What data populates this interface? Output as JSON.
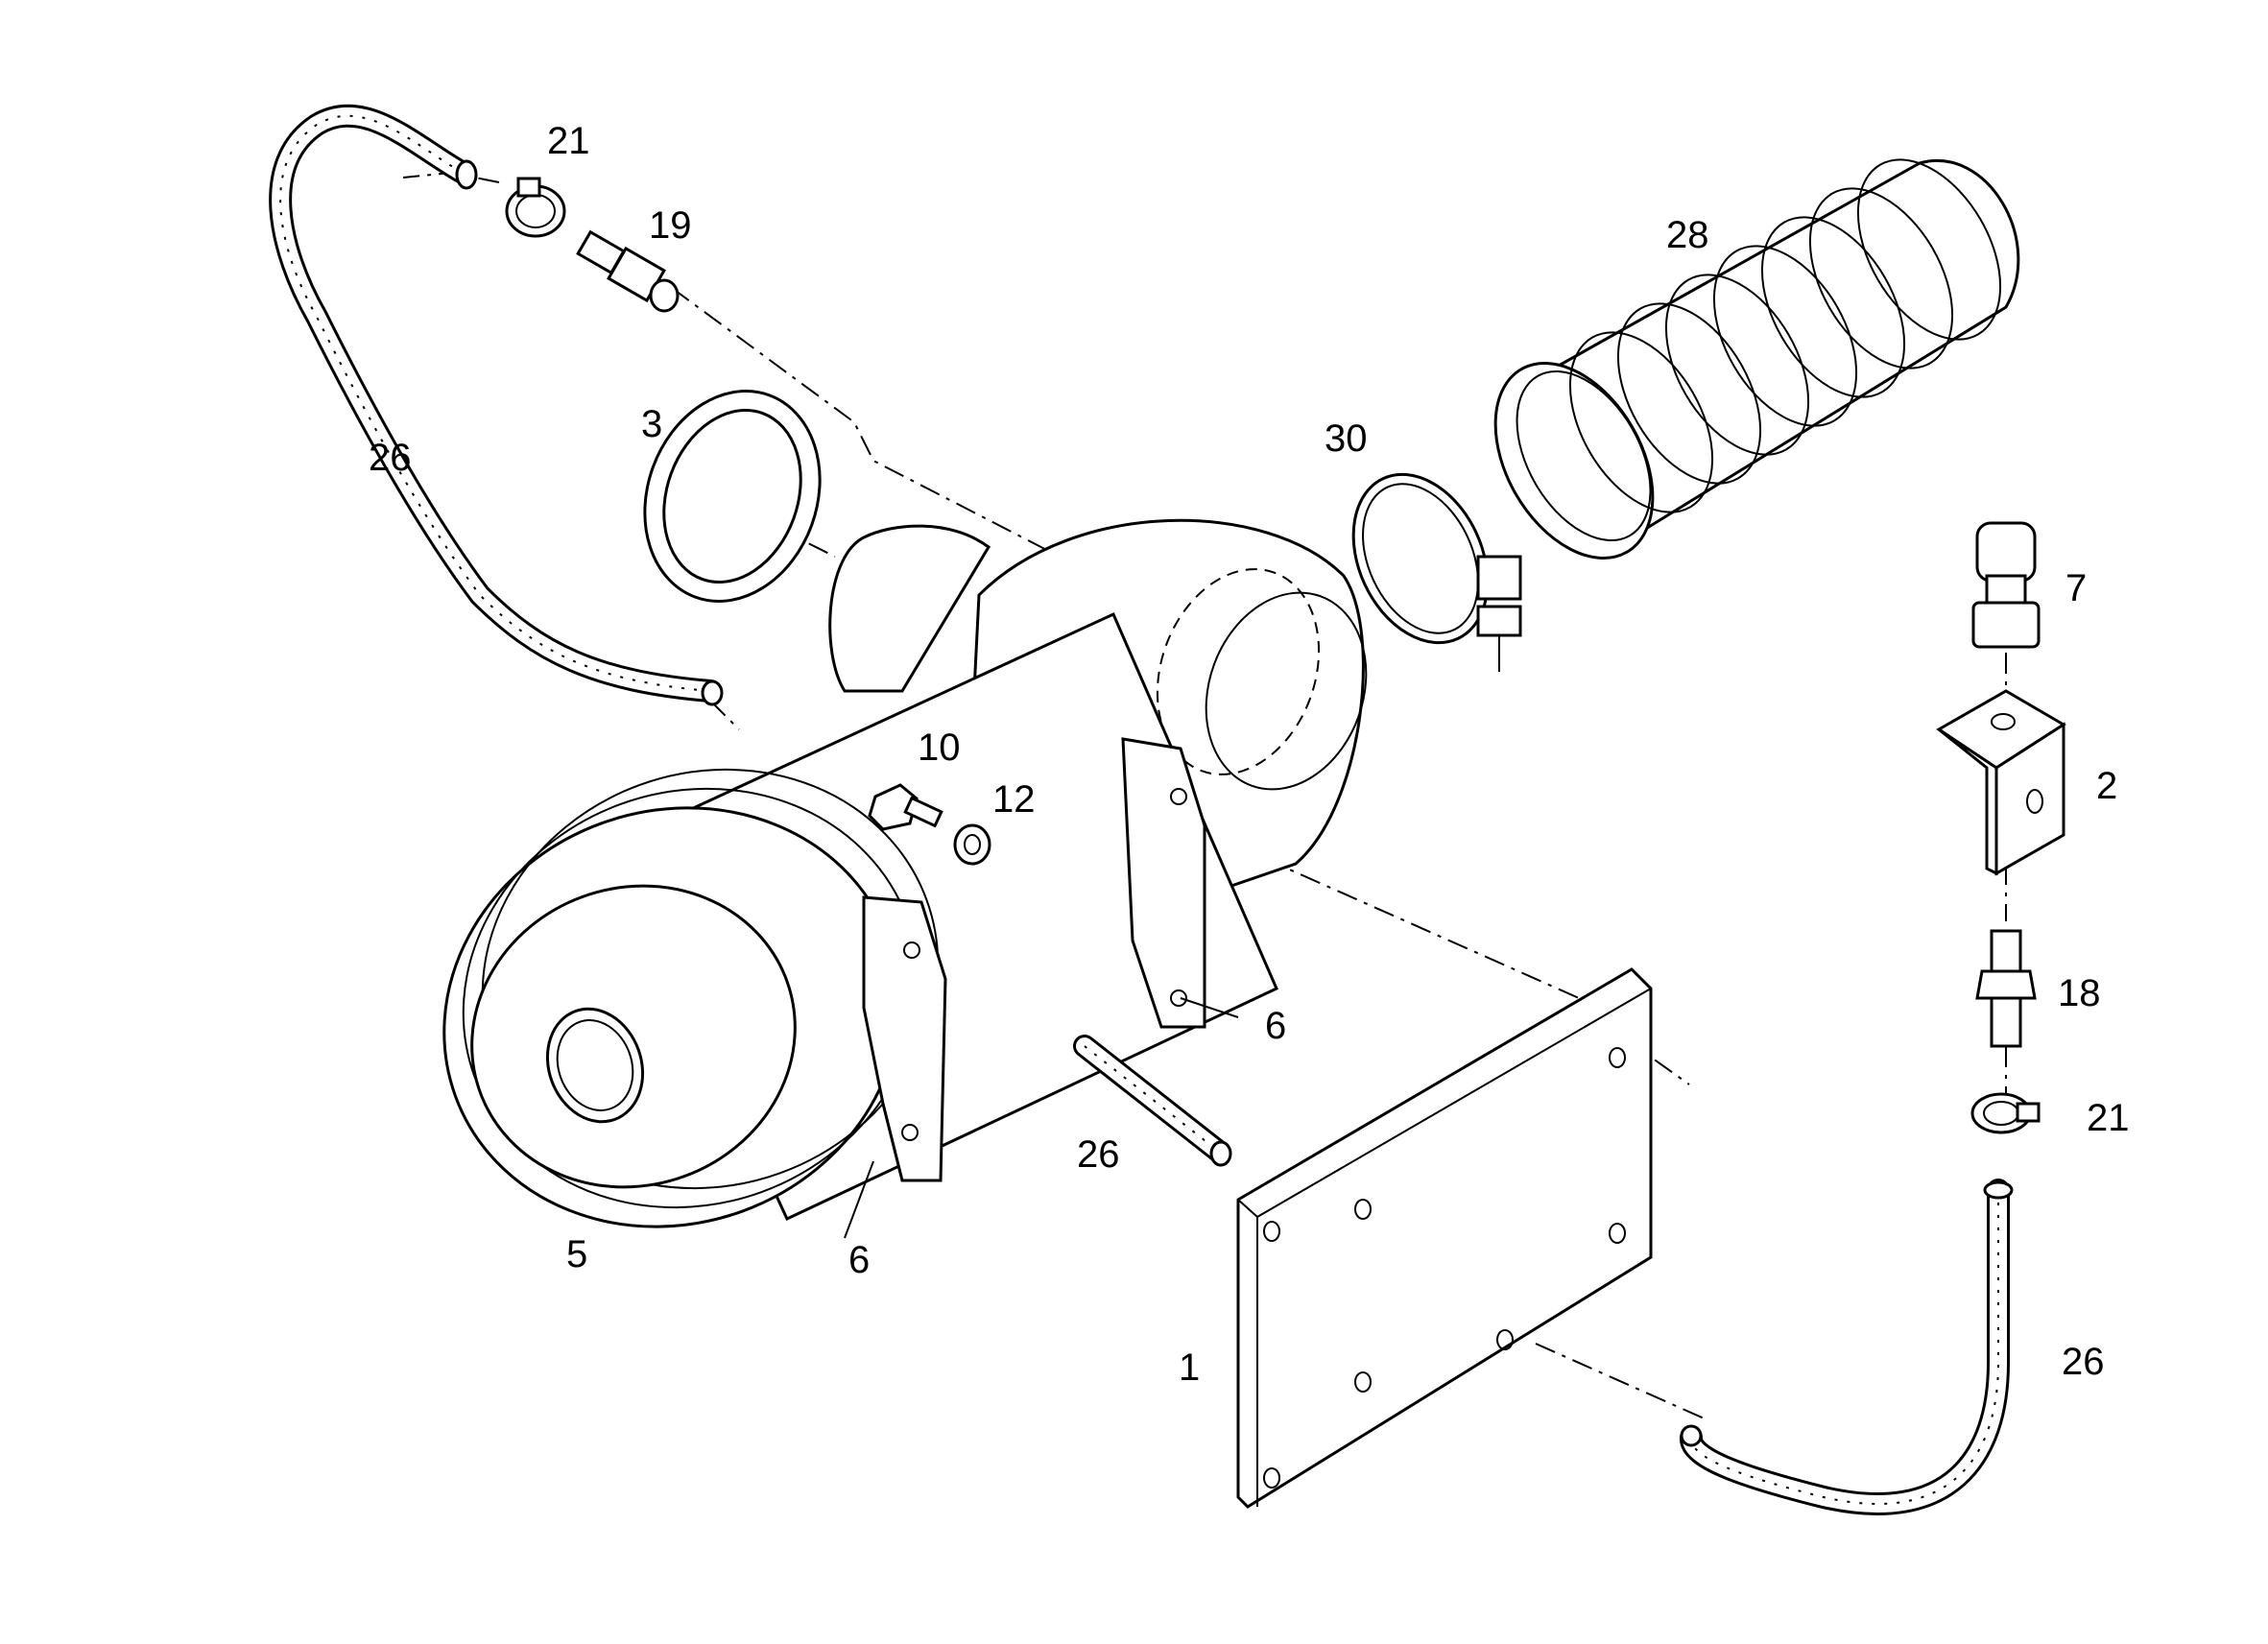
{
  "diagram": {
    "type": "exploded-parts-view",
    "labels": {
      "l1": "1",
      "l2": "2",
      "l3": "3",
      "l5": "5",
      "l6a": "6",
      "l6b": "6",
      "l7": "7",
      "l10": "10",
      "l12": "12",
      "l18": "18",
      "l19": "19",
      "l21a": "21",
      "l21b": "21",
      "l26a": "26",
      "l26b": "26",
      "l26c": "26",
      "l28": "28",
      "l30": "30"
    }
  }
}
